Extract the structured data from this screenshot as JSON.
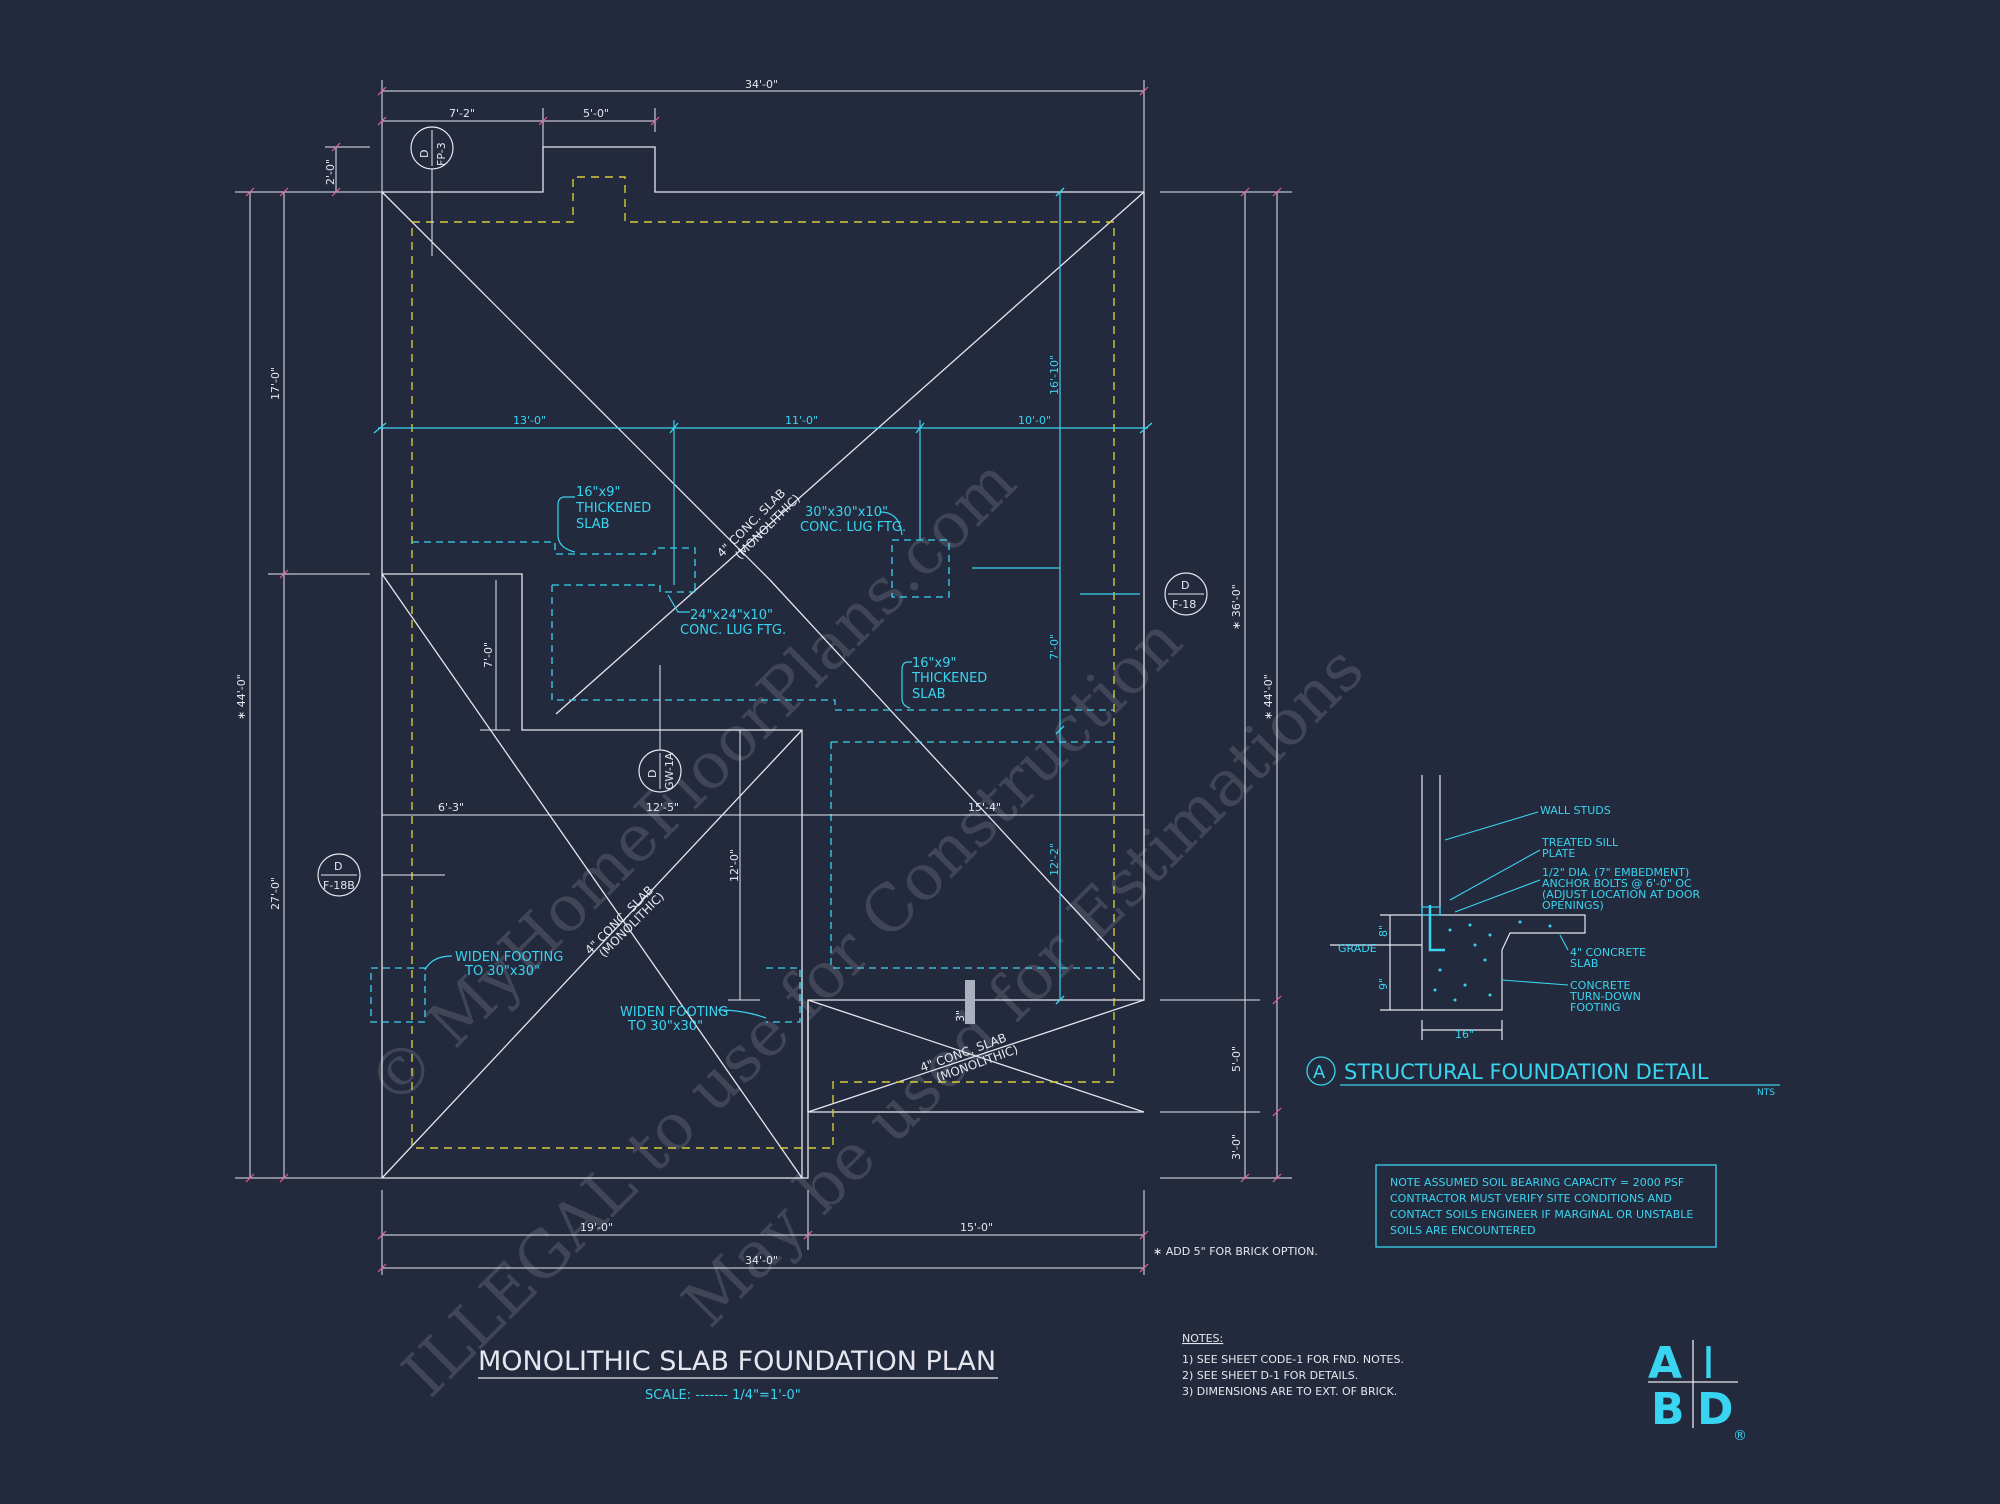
{
  "plan": {
    "title": "MONOLITHIC SLAB FOUNDATION PLAN",
    "scale": "SCALE: ------- 1/4\"=1'-0\""
  },
  "dimensions": {
    "top_overall": "34'-0\"",
    "top_left": "7'-2\"",
    "top_bump": "5'-0\"",
    "bump_depth": "2'-0\"",
    "bottom_left": "19'-0\"",
    "bottom_right": "15'-0\"",
    "bottom_overall": "34'-0\"",
    "left_upper": "17'-0\"",
    "left_lower": "27'-0\"",
    "left_overall": "∗ 44'-0\"",
    "right_mid": "∗ 36'-0\"",
    "right_overall": "∗ 44'-0\"",
    "right_seg1": "5'-0\"",
    "right_seg2": "3'-0\"",
    "interior_row1": [
      "13'-0\"",
      "11'-0\"",
      "10'-0\""
    ],
    "interior_row2": [
      "6'-3\"",
      "12'-5\"",
      "15'-4\""
    ],
    "interior_vert_a": "16'-10\"",
    "interior_vert_b": "7'-0\"",
    "interior_vert_c": "7'-0\"",
    "interior_vert_d": "12'-0\"",
    "interior_vert_e": "12'-2\"",
    "step": "3\""
  },
  "callouts": {
    "thickened_1": [
      "16\"x9\"",
      "THICKENED",
      "SLAB"
    ],
    "thickened_2": [
      "16\"x9\"",
      "THICKENED",
      "SLAB"
    ],
    "lug_30": [
      "30\"x30\"x10\"",
      "CONC. LUG FTG."
    ],
    "lug_24": [
      "24\"x24\"x10\"",
      "CONC. LUG FTG."
    ],
    "widen_1": [
      "WIDEN FOOTING",
      "TO 30\"x30\""
    ],
    "widen_2": [
      "WIDEN FOOTING",
      "TO 30\"x30\""
    ],
    "slab_1": [
      "4\" CONC. SLAB",
      "(MONOLITHIC)"
    ],
    "slab_2": [
      "4\" CONC. SLAB",
      "(MONOLITHIC)"
    ],
    "slab_3": [
      "4\" CONC. SLAB",
      "(MONOLITHIC)"
    ]
  },
  "section_markers": [
    {
      "top": "D",
      "bottom": "FP-3"
    },
    {
      "top": "D",
      "bottom": "F-18"
    },
    {
      "top": "D",
      "bottom": "GW-1A"
    },
    {
      "top": "D",
      "bottom": "F-18B"
    }
  ],
  "detail": {
    "letter": "A",
    "title": "STRUCTURAL FOUNDATION DETAIL",
    "nts": "NTS",
    "labels": {
      "wall_studs": "WALL STUDS",
      "sill": [
        "TREATED SILL",
        "PLATE"
      ],
      "anchor": [
        "1/2\" DIA. (7\" EMBEDMENT)",
        "ANCHOR BOLTS @ 6'-0\" OC",
        "(ADJUST LOCATION AT DOOR",
        "OPENINGS)"
      ],
      "slab": [
        "4\" CONCRETE",
        "SLAB"
      ],
      "footing": [
        "CONCRETE",
        "TURN-DOWN",
        "FOOTING"
      ],
      "grade": "GRADE",
      "d8": "8\"",
      "d9": "9\"",
      "d16": "16\""
    }
  },
  "soil_note": [
    "NOTE ASSUMED SOIL BEARING CAPACITY = 2000 PSF",
    "CONTRACTOR MUST VERIFY SITE CONDITIONS AND",
    "CONTACT SOILS ENGINEER IF MARGINAL OR UNSTABLE",
    "SOILS ARE ENCOUNTERED"
  ],
  "brick_note": "∗ ADD 5\" FOR BRICK OPTION.",
  "notes": {
    "heading": "NOTES:",
    "items": [
      "1)  SEE SHEET CODE-1 FOR FND. NOTES.",
      "2)  SEE SHEET D-1 FOR DETAILS.",
      "3)  DIMENSIONS ARE TO EXT. OF BRICK."
    ]
  },
  "logo": {
    "letters": [
      "A",
      "I",
      "B",
      "D"
    ],
    "reg": "®"
  },
  "watermark": [
    "© MyHomeFloorPlans.com",
    "ILLEGAL to use for Construction",
    "May be used for Estimations"
  ],
  "colors": {
    "background": "#242a3d",
    "lines": "#e6e6ee",
    "cyan": "#39d4f0",
    "footing_dash": "#d6c93a",
    "dimension_ticks": "#e85a9b"
  }
}
